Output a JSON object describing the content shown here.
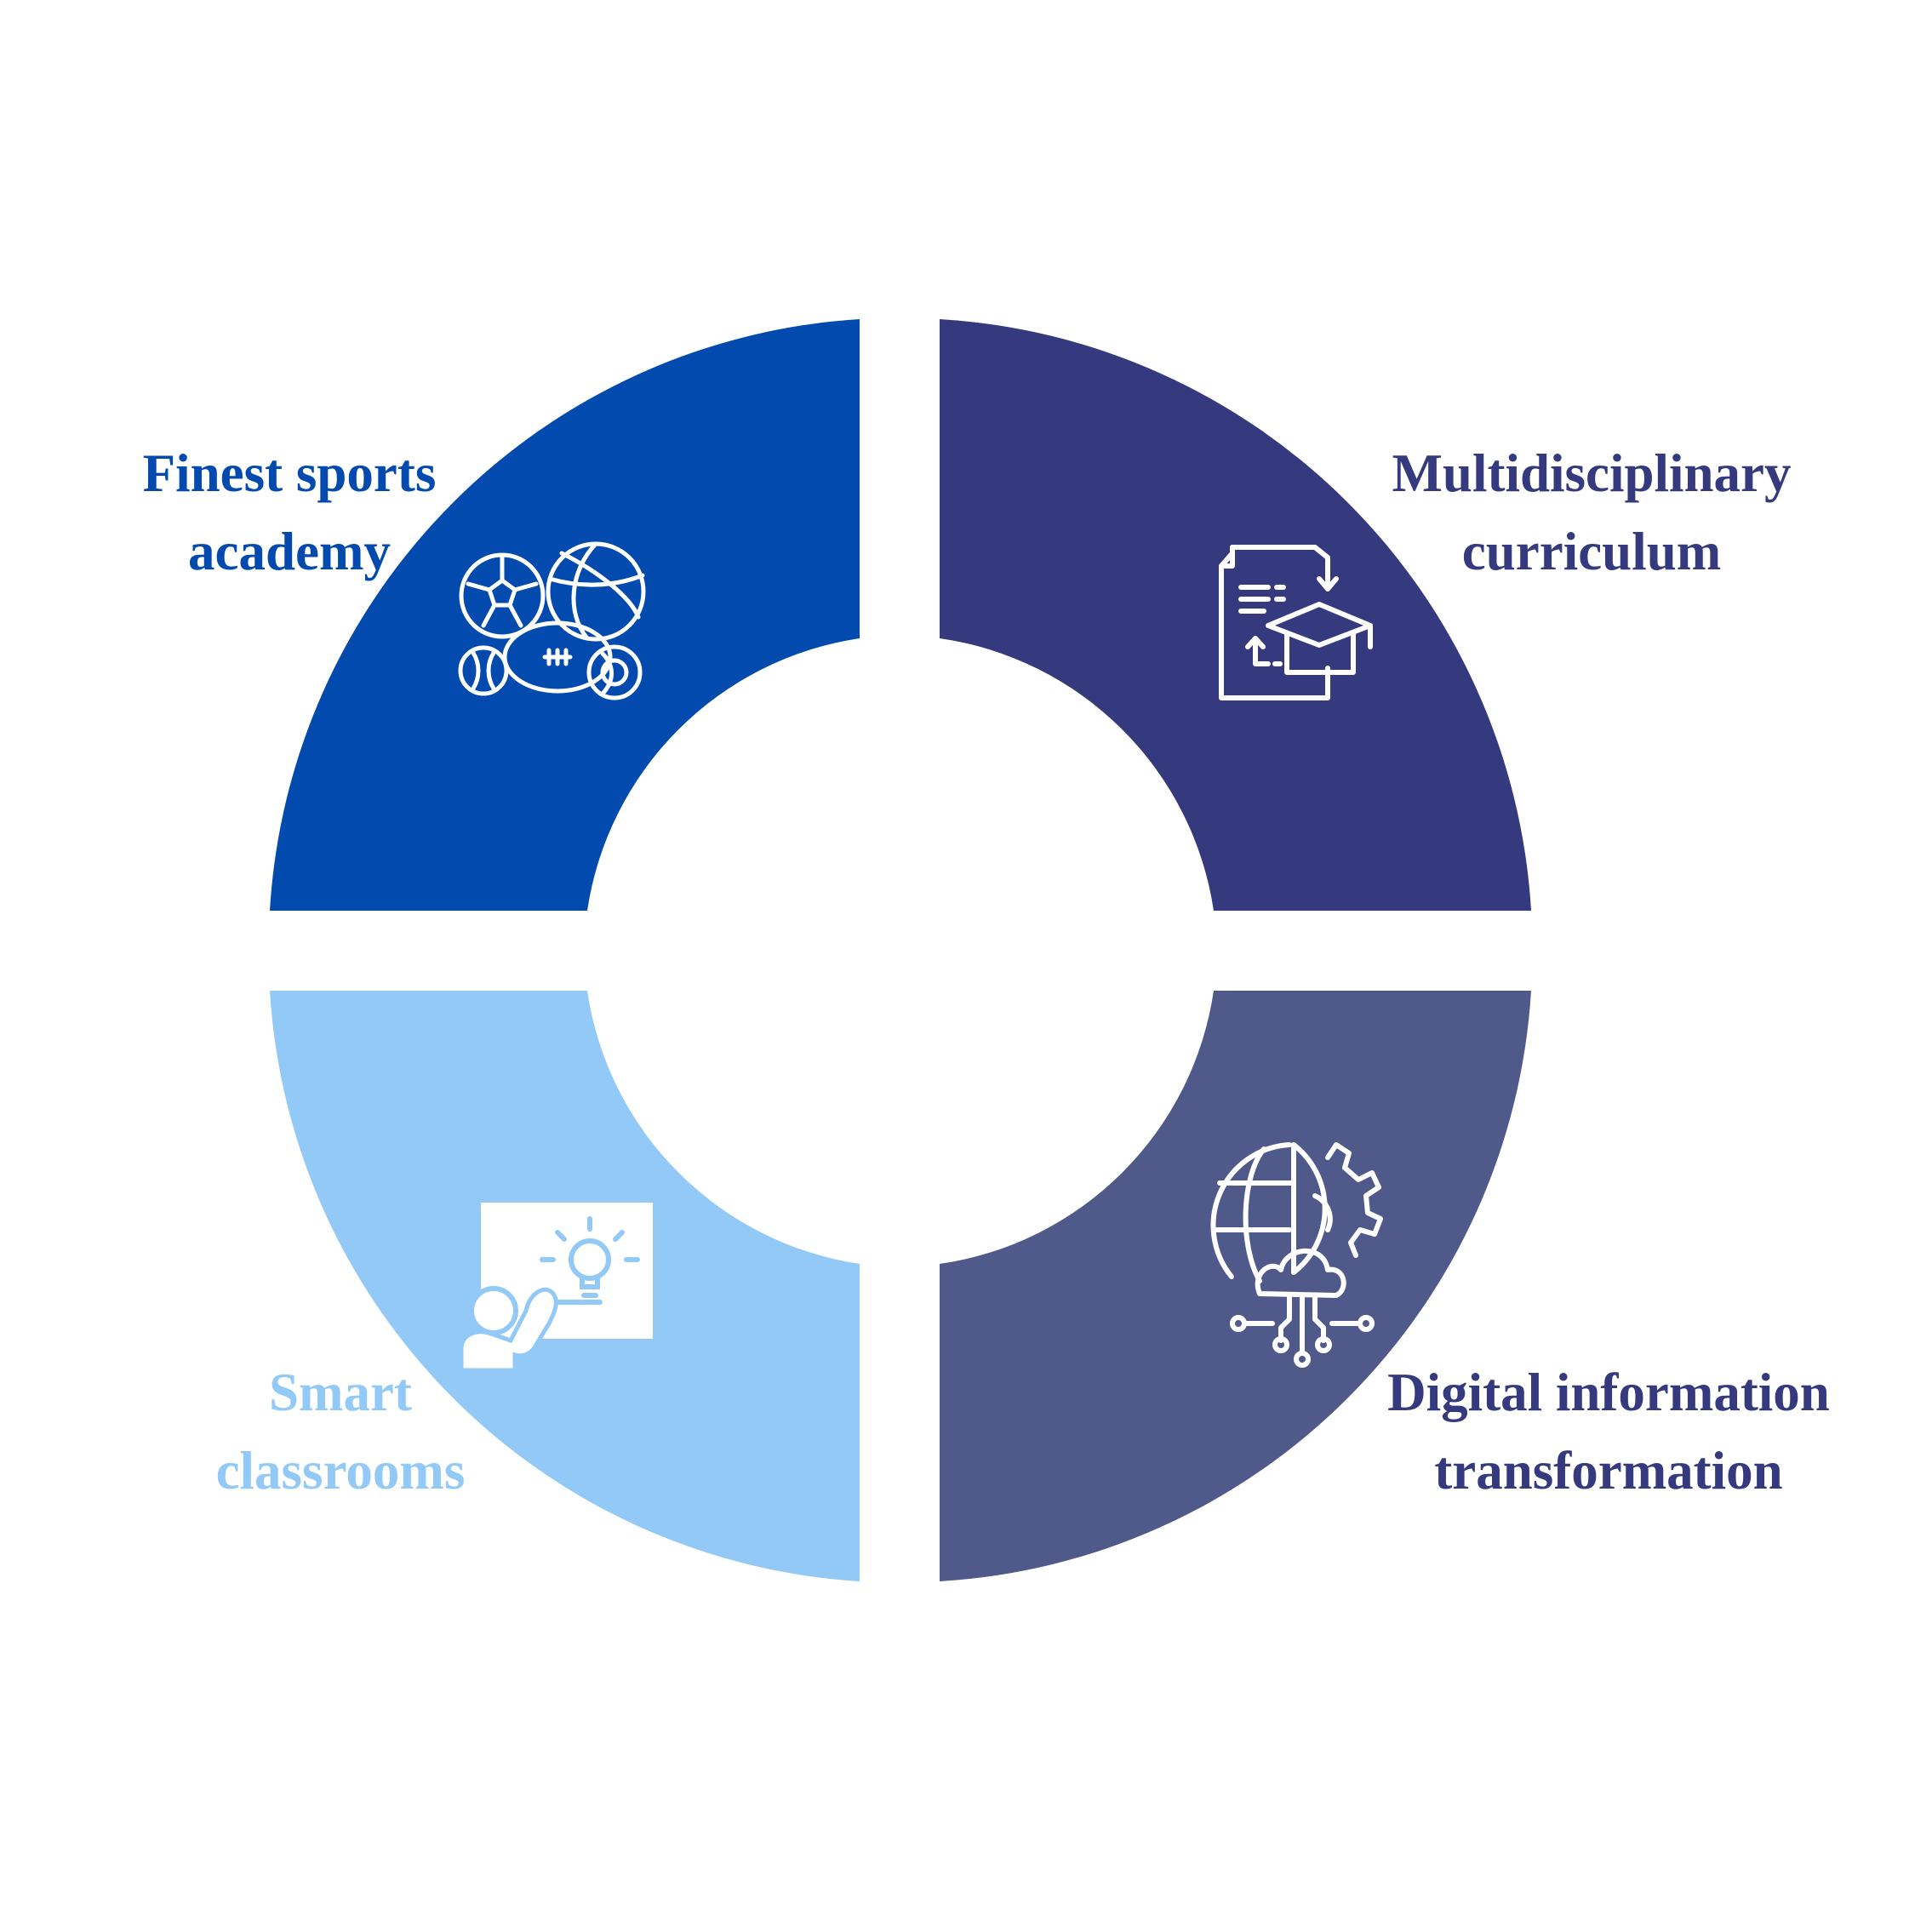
{
  "segments": [
    {
      "id": "top-left",
      "title_lines": [
        "Finest sports",
        "academy"
      ],
      "color": "#024aad",
      "text_color": "#024aad",
      "icon": "sports-balls-icon"
    },
    {
      "id": "top-right",
      "title_lines": [
        "Multidisciplinary",
        "curriculum"
      ],
      "color": "#343a7d",
      "text_color": "#343a7d",
      "icon": "curriculum-document-graduation-cap-icon"
    },
    {
      "id": "bottom-left",
      "title_lines": [
        "Smart",
        "classrooms"
      ],
      "color": "#93c9f6",
      "text_color": "#93c9f6",
      "icon": "presenter-whiteboard-lightbulb-icon"
    },
    {
      "id": "bottom-right",
      "title_lines": [
        "Digital information",
        "transformation"
      ],
      "color": "#505a8a",
      "text_color": "#343a7d",
      "icon": "globe-gear-cloud-network-icon"
    }
  ]
}
